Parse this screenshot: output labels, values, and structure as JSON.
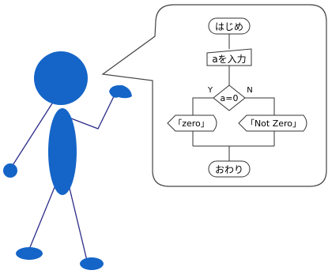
{
  "flowchart": {
    "start_label": "はじめ",
    "input_label": "aを入力",
    "decision_label": "a=0",
    "yes_label": "Y",
    "no_label": "N",
    "yes_output_label": "「zero」",
    "no_output_label": "「Not Zero」",
    "end_label": "おわり"
  },
  "colors": {
    "figure_fill": "#1565c8",
    "figure_line": "#2c2c8a",
    "outline": "#333333"
  }
}
